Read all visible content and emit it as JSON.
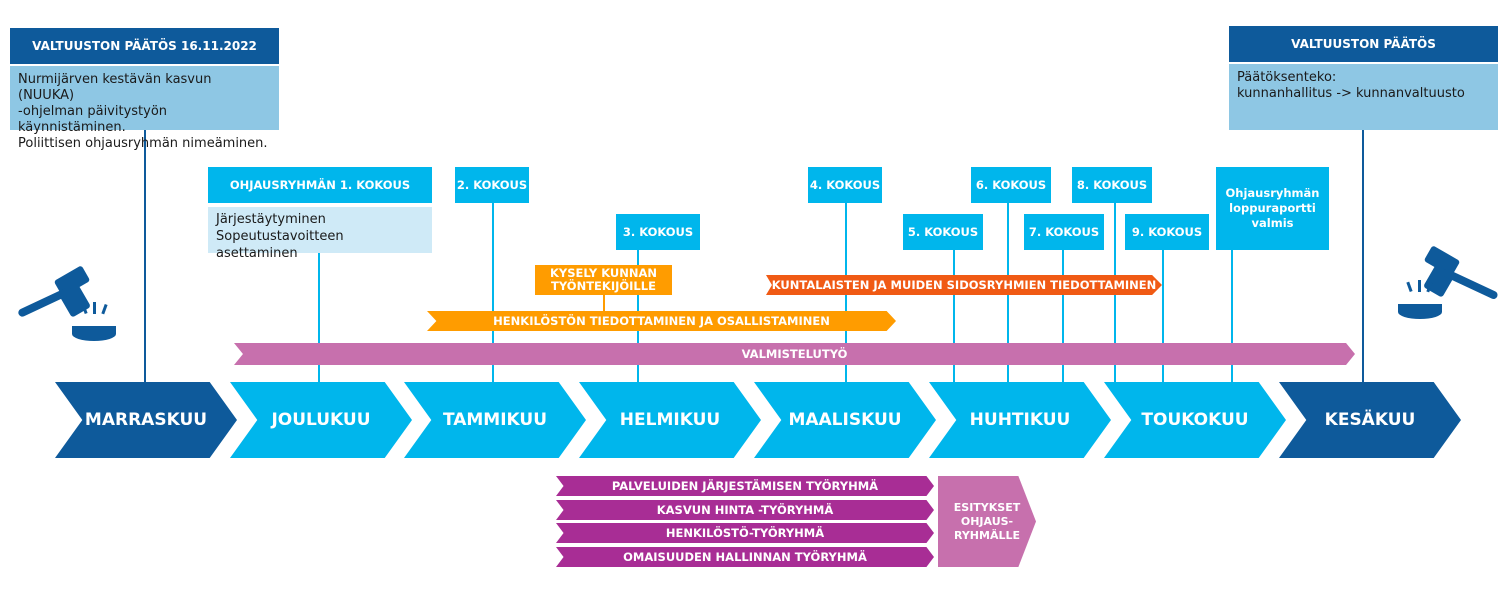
{
  "left_decision": {
    "title": "VALTUUSTON PÄÄTÖS 16.11.2022",
    "lines": [
      "Nurmijärven kestävän kasvun (NUUKA)",
      "-ohjelman päivitystyön käynnistäminen.",
      "Poliittisen ohjausryhmän nimeäminen."
    ]
  },
  "right_decision": {
    "title": "VALTUUSTON PÄÄTÖS",
    "lines": [
      "Päätöksenteko:",
      "kunnanhallitus -> kunnanvaltuusto"
    ]
  },
  "meetings": {
    "m1": {
      "title": "OHJAUSRYHMÄN 1. KOKOUS",
      "lines": [
        "Järjestäytyminen",
        "Sopeutustavoitteen asettaminen"
      ]
    },
    "m2": "2. KOKOUS",
    "m3": "3. KOKOUS",
    "m4": "4. KOKOUS",
    "m5": "5. KOKOUS",
    "m6": "6. KOKOUS",
    "m7": "7. KOKOUS",
    "m8": "8. KOKOUS",
    "m9": "9. KOKOUS",
    "final": [
      "Ohjausryhmän",
      "loppuraportti",
      "valmis"
    ]
  },
  "banners": {
    "survey": [
      "KYSELY KUNNAN",
      "TYÖNTEKIJÖILLE"
    ],
    "citizens": "KUNTALAISTEN JA MUIDEN SIDOSRYHMIEN TIEDOTTAMINEN",
    "staff": "HENKILÖSTÖN TIEDOTTAMINEN JA OSALLISTAMINEN",
    "prep": "VALMISTELUTYÖ"
  },
  "months": [
    "MARRASKUU",
    "JOULUKUU",
    "TAMMIKUU",
    "HELMIKUU",
    "MAALISKUU",
    "HUHTIKUU",
    "TOUKOKUU",
    "KESÄKUU"
  ],
  "workgroups": [
    "PALVELUIDEN JÄRJESTÄMISEN TYÖRYHMÄ",
    "KASVUN HINTA -TYÖRYHMÄ",
    "HENKILÖSTÖ-TYÖRYHMÄ",
    "OMAISUUDEN HALLINNAN TYÖRYHMÄ"
  ],
  "proposals": [
    "ESITYKSET",
    "OHJAUS-",
    "RYHMÄLLE"
  ],
  "colors": {
    "dark_blue": "#0e5a9b",
    "cyan": "#00b6ec",
    "light_blue": "#8ec7e4",
    "pink": "#c770ad",
    "orange": "#ff9c00",
    "red_orange": "#f05a14",
    "magenta": "#a82d95"
  },
  "icons": [
    "gavel-icon-left",
    "gavel-icon-right"
  ]
}
